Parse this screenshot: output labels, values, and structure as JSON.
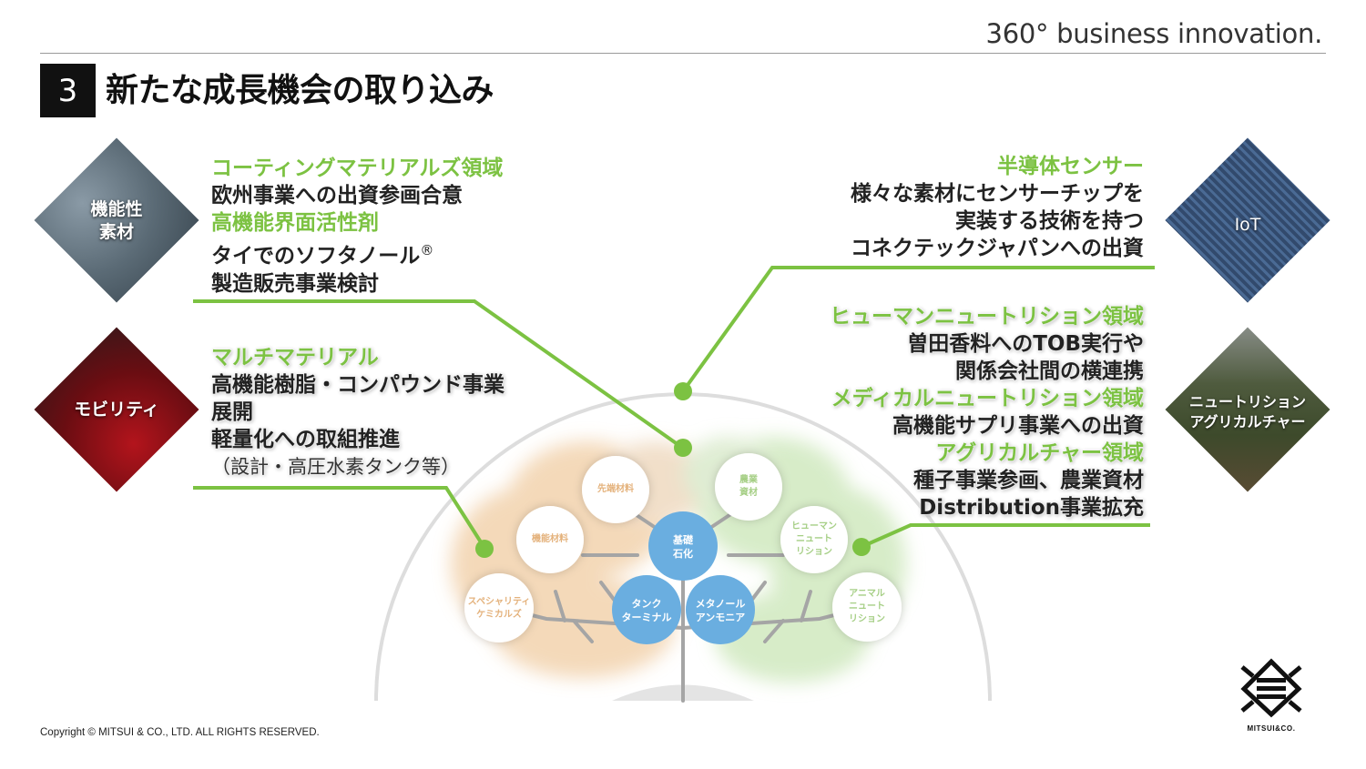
{
  "header": {
    "tagline": "360° business innovation.",
    "section_number": "3",
    "title": "新たな成長機会の取り込み"
  },
  "categories": {
    "functional_materials": [
      "機能性",
      "素材"
    ],
    "mobility": "モビリティ",
    "iot": "IoT",
    "nutrition": [
      "ニュートリション",
      "アグリカルチャー"
    ]
  },
  "functional_block": {
    "heading1": "コーティングマテリアルズ領域",
    "line1": "欧州事業への出資参画合意",
    "heading2": "高機能界面活性剤",
    "line2": "タイでのソフタノール",
    "line2_mark": "®",
    "line3": "製造販売事業検討"
  },
  "mobility_block": {
    "heading": "マルチマテリアル",
    "line1": "高機能樹脂・コンパウンド事業",
    "line2": "展開",
    "line3": "軽量化への取組推進",
    "line4": "（設計・高圧水素タンク等）"
  },
  "iot_block": {
    "heading": "半導体センサー",
    "line1": "様々な素材にセンサーチップを",
    "line2": "実装する技術を持つ",
    "line3": "コネクテックジャパンへの出資"
  },
  "nutrition_block": {
    "heading1": "ヒューマンニュートリション領域",
    "line1": "曽田香料へのTOB実行や",
    "line2": "関係会社間の横連携",
    "heading2": "メディカルニュートリション領域",
    "line3": "高機能サプリ事業への出資",
    "heading3": "アグリカルチャー領域",
    "line4": "種子事業参画、農業資材",
    "line5": "Distribution事業拡充"
  },
  "tree": {
    "nodes": {
      "specialty": [
        "スペシャリティ",
        "ケミカルズ"
      ],
      "functional": "機能材料",
      "advanced": "先端材料",
      "basic": [
        "基礎",
        "石化"
      ],
      "tank": [
        "タンク",
        "ターミナル"
      ],
      "methanol": [
        "メタノール",
        "アンモニア"
      ],
      "agri": [
        "農業",
        "資材"
      ],
      "human": [
        "ヒューマン",
        "ニュート",
        "リション"
      ],
      "animal": [
        "アニマル",
        "ニュート",
        "リション"
      ]
    }
  },
  "footer": {
    "copyright": "Copyright © MITSUI & CO., LTD. ALL RIGHTS RESERVED.",
    "logo_text": "MITSUI&CO."
  },
  "colors": {
    "accent_green": "#7cc242",
    "node_blue": "#6aaee0",
    "tree_orange": "#f3d5b2",
    "tree_green": "#d3eac3"
  }
}
